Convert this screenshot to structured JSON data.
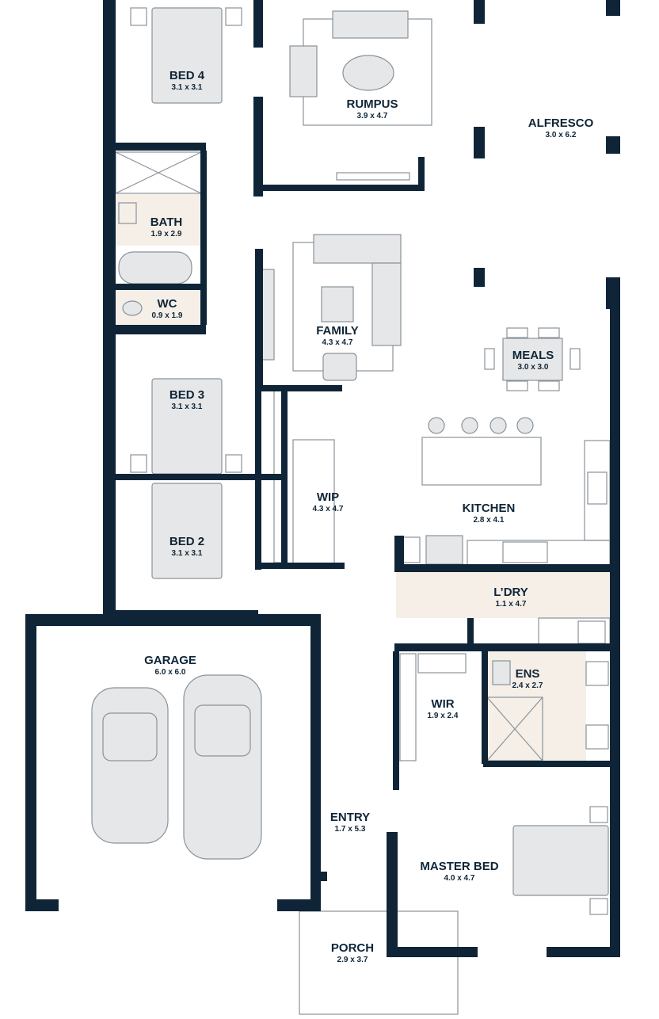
{
  "plan": {
    "colors": {
      "wall": "#0f2537",
      "wet_area": "#f5efe8",
      "furniture": "#e6e7e8"
    },
    "rooms": [
      {
        "name": "BED 4",
        "dims": "3.1 x 3.1"
      },
      {
        "name": "RUMPUS",
        "dims": "3.9 x 4.7"
      },
      {
        "name": "ALFRESCO",
        "dims": "3.0 x 6.2"
      },
      {
        "name": "BATH",
        "dims": "1.9 x 2.9"
      },
      {
        "name": "WC",
        "dims": "0.9 x 1.9"
      },
      {
        "name": "FAMILY",
        "dims": "4.3 x 4.7"
      },
      {
        "name": "MEALS",
        "dims": "3.0 x 3.0"
      },
      {
        "name": "BED 3",
        "dims": "3.1 x 3.1"
      },
      {
        "name": "WIP",
        "dims": "4.3 x 4.7"
      },
      {
        "name": "KITCHEN",
        "dims": "2.8 x 4.1"
      },
      {
        "name": "BED 2",
        "dims": "3.1 x 3.1"
      },
      {
        "name": "L’DRY",
        "dims": "1.1 x 4.7"
      },
      {
        "name": "GARAGE",
        "dims": "6.0 x 6.0"
      },
      {
        "name": "ENS",
        "dims": "2.4 x 2.7"
      },
      {
        "name": "WIR",
        "dims": "1.9 x 2.4"
      },
      {
        "name": "ENTRY",
        "dims": "1.7 x 5.3"
      },
      {
        "name": "MASTER BED",
        "dims": "4.0 x 4.7"
      },
      {
        "name": "PORCH",
        "dims": "2.9 x 3.7"
      }
    ]
  }
}
